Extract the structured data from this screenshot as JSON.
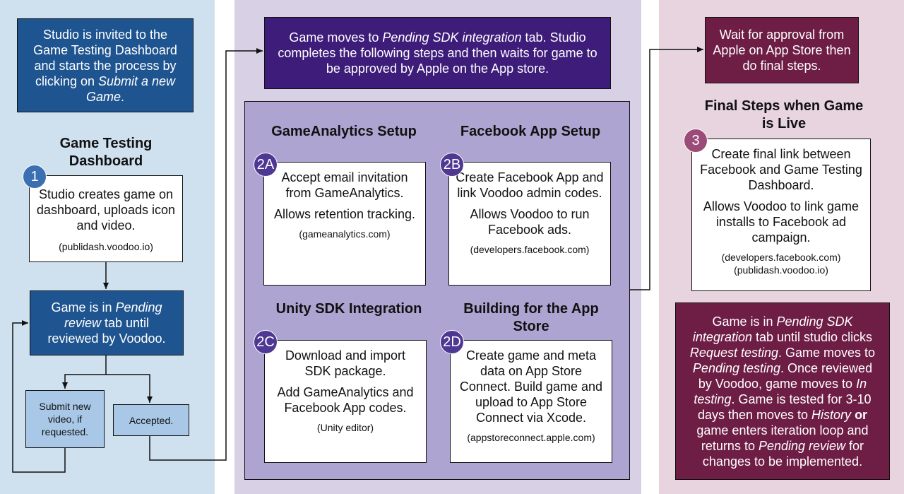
{
  "colors": {
    "col1_bg": "#cfe0ef",
    "col2_bg": "#d8d1e5",
    "col3_bg": "#e8d4de",
    "blue_box": "#1e548f",
    "purple_box": "#3e1c7a",
    "maroon_box": "#6e1d45",
    "inner_panel": "#aea4d2",
    "light_blue": "#a9c8e8"
  },
  "col1": {
    "intro": {
      "p1": "Studio is invited to the Game Testing Dashboard and starts the process by clicking on ",
      "em": "Submit a new Game",
      "p2": "."
    },
    "heading": "Game Testing Dashboard",
    "step1": {
      "badge": "1",
      "text": "Studio creates game on dashboard, uploads icon and video.",
      "site": "(publidash.voodoo.io)"
    },
    "pending": {
      "p1": "Game is in ",
      "em": "Pending review",
      "p2": " tab until reviewed by Voodoo."
    },
    "submit_new": "Submit new video, if requested.",
    "accepted": "Accepted."
  },
  "col2": {
    "intro": {
      "p1": "Game moves to ",
      "em": "Pending SDK integration",
      "p2": " tab. Studio completes the following steps and then waits for game to be approved by Apple on the App store."
    },
    "a": {
      "heading": "GameAnalytics Setup",
      "badge": "2A",
      "t1": "Accept email invitation from GameAnalytics.",
      "t2": "Allows retention tracking.",
      "site": "(gameanalytics.com)"
    },
    "b": {
      "heading": "Facebook App Setup",
      "badge": "2B",
      "t1": "Create Facebook App and link Voodoo admin codes.",
      "t2": "Allows Voodoo to run Facebook ads.",
      "site": "(developers.facebook.com)"
    },
    "c": {
      "heading": "Unity SDK Integration",
      "badge": "2C",
      "t1": "Download and import SDK package.",
      "t2": "Add GameAnalytics and Facebook App codes.",
      "site": "(Unity editor)"
    },
    "d": {
      "heading": "Building for the App Store",
      "badge": "2D",
      "t1": "Create game and meta data on App Store Connect. Build game and upload to App Store Connect via Xcode.",
      "site": "(appstoreconnect.apple.com)"
    }
  },
  "col3": {
    "wait": "Wait for approval from Apple on App Store then do final steps.",
    "heading": "Final Steps when Game is Live",
    "step3": {
      "badge": "3",
      "t1": "Create final link between Facebook and Game Testing Dashboard.",
      "t2": "Allows Voodoo to link game installs to Facebook ad campaign.",
      "site1": "(developers.facebook.com)",
      "site2": "(publidash.voodoo.io)"
    },
    "bottom": {
      "s1": "Game is in ",
      "e1": "Pending SDK integration",
      "s2": " tab until studio clicks ",
      "e2": "Request testing",
      "s3": ". Game moves to ",
      "e3": "Pending testing",
      "s4": ". Once reviewed by Voodoo, game moves to ",
      "e4": "In testing",
      "s5": ". Game is tested for 3-10 days then moves to ",
      "e5": "History",
      "s6": " ",
      "b1": "or",
      "s7": " game enters iteration loop and returns to ",
      "e6": "Pending review",
      "s8": " for changes to be implemented."
    }
  }
}
